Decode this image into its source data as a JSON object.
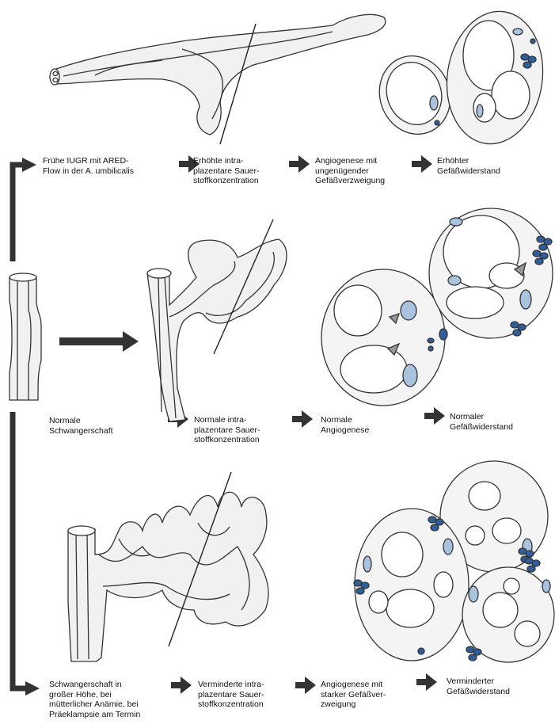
{
  "rows": {
    "top": {
      "cause": "Frühe IUGR mit ARED-\nFlow in der A. umbilicalis",
      "oxygen": "Erhöhte intra-\nplazentare Sauer-\nstoffkonzentration",
      "angiogenesis": "Angiogenese mit\nungenügender\nGefäßverzweigung",
      "resistance": "Erhöhter\nGefäßwiderstand"
    },
    "middle": {
      "cause": "Normale\nSchwangerschaft",
      "oxygen": "Normale intra-\nplazentare Sauer-\nstoffkonzentration",
      "angiogenesis": "Normale\nAngiogenese",
      "resistance": "Normaler\nGefäßwiderstand"
    },
    "bottom": {
      "cause": "Schwangerschaft in\ngroßer Höhe, bei\nmütterlicher Anämie, bei\nPräeklampsie am Termin",
      "oxygen": "Verminderte intra-\nplazentare Sauer-\nstoffkonzentration",
      "angiogenesis": "Angiogenese mit\nstarker Gefäßver-\nzweigung",
      "resistance": "Verminderter\nGefäßwiderstand"
    }
  },
  "colors": {
    "arrow": "#333333",
    "vessel_line": "#333333",
    "cell_blue": "#2f5f9a",
    "light_blue": "#a9c3df",
    "fill": "#f1f1f1"
  }
}
